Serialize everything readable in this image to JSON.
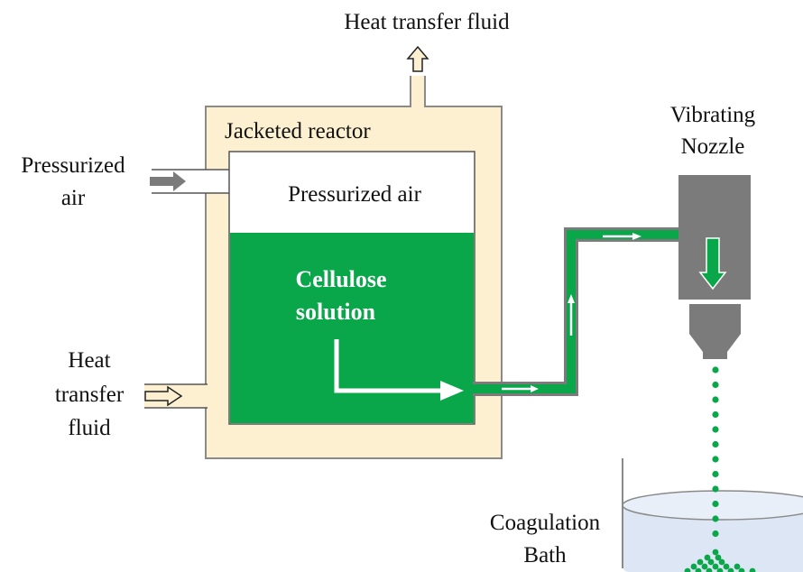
{
  "labels": {
    "top_outlet": "Heat transfer fluid",
    "reactor": "Jacketed reactor",
    "air_inlet_line1": "Pressurized",
    "air_inlet_line2": "air",
    "headspace": "Pressurized air",
    "solution_line1": "Cellulose",
    "solution_line2": "solution",
    "fluid_inlet_line1": "Heat",
    "fluid_inlet_line2": "transfer",
    "fluid_inlet_line3": "fluid",
    "nozzle_line1": "Vibrating",
    "nozzle_line2": "Nozzle",
    "bath_line1": "Coagulation",
    "bath_line2": "Bath"
  },
  "colors": {
    "jacket": "#fdf0d0",
    "jacket_stroke": "#8a8a8a",
    "solution": "#0aa74a",
    "nozzle": "#7b7b7b",
    "bath": "#dce6f4",
    "arrow_white": "#ffffff",
    "air_arrow": "#7b7b7b"
  }
}
